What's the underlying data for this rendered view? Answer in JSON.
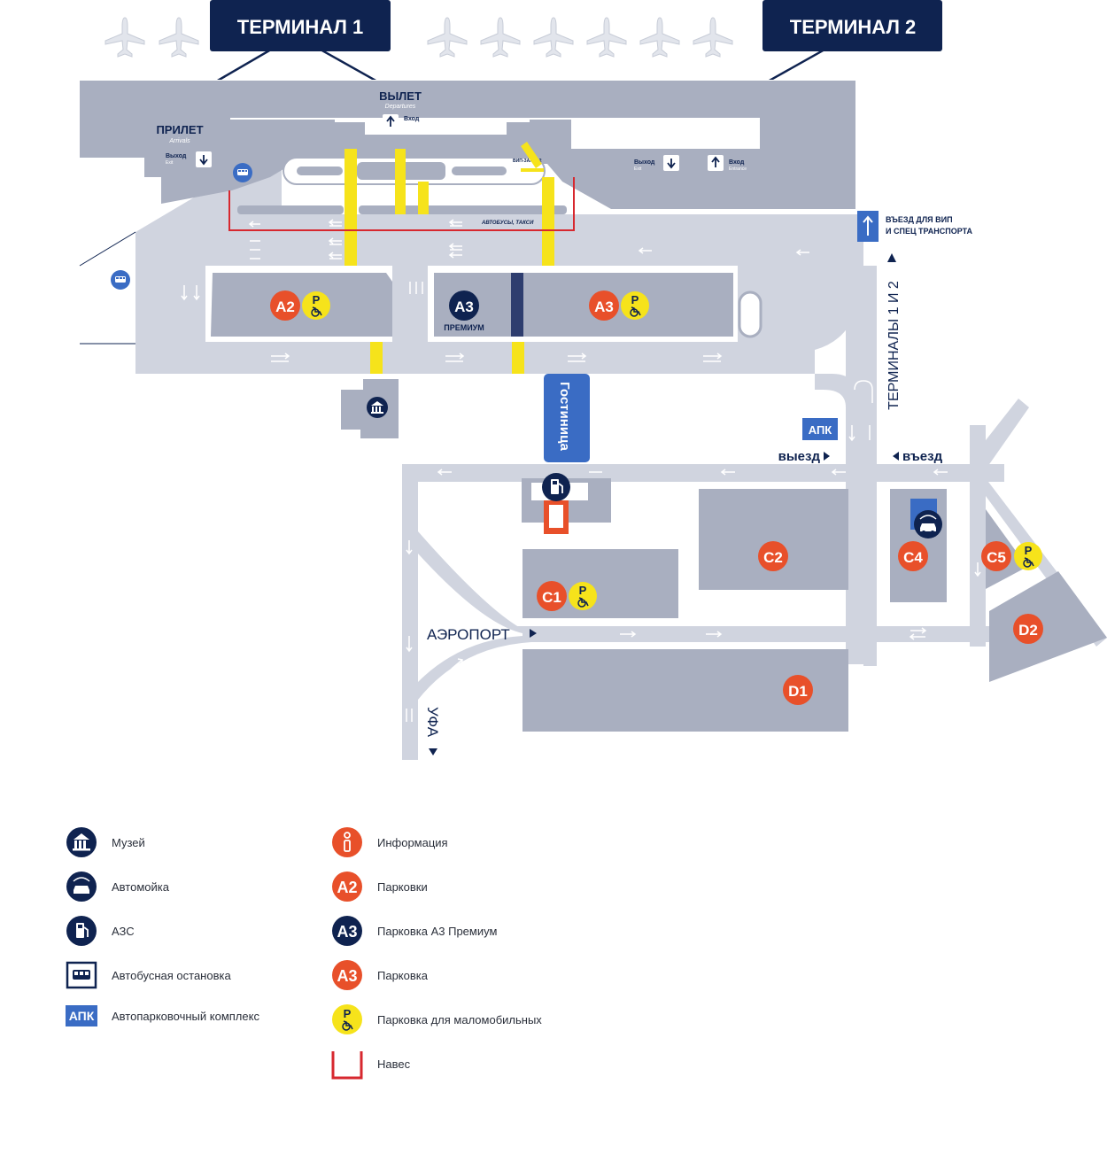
{
  "terminals": {
    "t1": "ТЕРМИНАЛ 1",
    "t2": "ТЕРМИНАЛ 2"
  },
  "building": {
    "departures": "ВЫЛЕТ",
    "departures_en": "Departures",
    "arrivals": "ПРИЛЕТ",
    "arrivals_en": "Arrivals",
    "exit": "Выход",
    "exit_en": "Exit",
    "entrance": "Вход",
    "entrance_en": "Entrance",
    "vip_hall": "ВИП-ЗАЛ №2",
    "bus_taxi": "АВТОБУСЫ, ТАКСИ"
  },
  "roads": {
    "vip_entry_line1": "ВЪЕЗД ДЛЯ ВИП",
    "vip_entry_line2": "И СПЕЦ ТРАНСПОРТА",
    "terminals_1_2": "ТЕРМИНАЛЫ 1 И 2",
    "exit": "выезд",
    "entry": "въезд",
    "airport": "АЭРОПОРТ",
    "ufa": "УФА",
    "hotel": "Гостиница",
    "apk": "АПК"
  },
  "parking": {
    "a2": "A2",
    "a3": "A3",
    "a3_premium": "A3",
    "premium_label": "ПРЕМИУМ",
    "c1": "C1",
    "c2": "C2",
    "c4": "C4",
    "c5": "C5",
    "d1": "D1",
    "d2": "D2",
    "accessible_p": "P"
  },
  "legend": {
    "museum": "Музей",
    "carwash": "Автомойка",
    "gas": "АЗС",
    "bus_stop": "Автобусная остановка",
    "apk_badge": "АПК",
    "apk": "Автопарковочный комплекс",
    "info": "Информация",
    "parking_badge": "A2",
    "parking": "Парковки",
    "premium_badge": "A3",
    "premium": "Парковка А3 Премиум",
    "parking2_badge": "A3",
    "parking2": "Парковка",
    "accessible": "Парковка для маломобильных",
    "canopy": "Навес"
  },
  "colors": {
    "navy": "#0f2350",
    "road": "#cfd3de",
    "building": "#a9afc0",
    "orange": "#e8502a",
    "yellow": "#f6e31b",
    "blue": "#3a6cc4",
    "canopy": "#d7282f"
  },
  "icons": [
    "airplane-icon",
    "museum-icon",
    "carwash-icon",
    "gas-station-icon",
    "bus-icon",
    "info-icon",
    "wheelchair-icon"
  ]
}
